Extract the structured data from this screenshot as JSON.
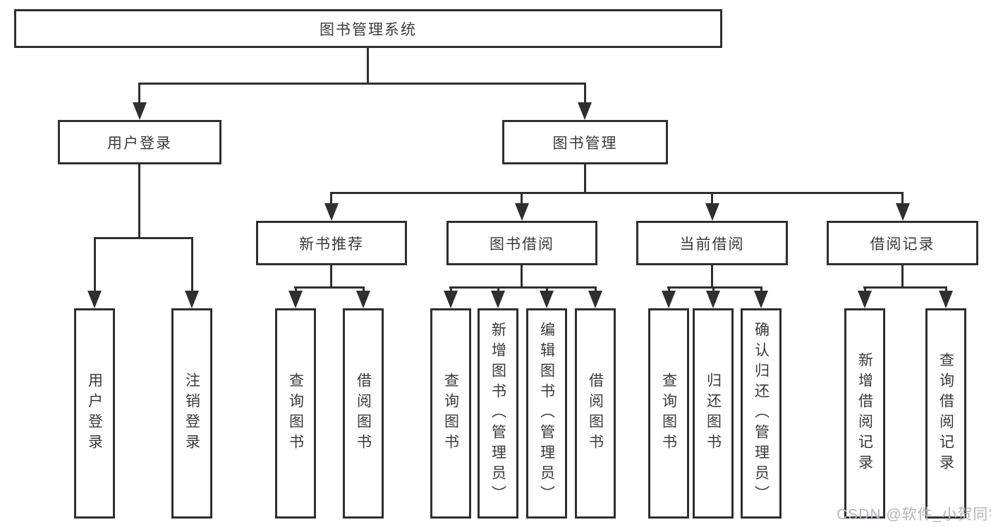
{
  "nodes": {
    "root": {
      "label": "图书管理系统"
    },
    "user_login": {
      "label": "用户登录"
    },
    "book_mgmt": {
      "label": "图书管理"
    },
    "new_book": {
      "label": "新书推荐"
    },
    "book_borrow": {
      "label": "图书借阅"
    },
    "current_borrow": {
      "label": "当前借阅"
    },
    "borrow_record": {
      "label": "借阅记录"
    },
    "ul_login": {
      "label": "用户登录"
    },
    "ul_logout": {
      "label": "注销登录"
    },
    "nb_query": {
      "label": "查询图书"
    },
    "nb_borrow": {
      "label": "借阅图书"
    },
    "bb_query": {
      "label": "查询图书"
    },
    "bb_add": {
      "label": "新增图书（管理员）"
    },
    "bb_edit": {
      "label": "编辑图书（管理员）"
    },
    "bb_borrow": {
      "label": "借阅图书"
    },
    "cb_query": {
      "label": "查询图书"
    },
    "cb_return": {
      "label": "归还图书"
    },
    "cb_confirm": {
      "label": "确认归还（管理员）"
    },
    "br_add": {
      "label": "新增借阅记录"
    },
    "br_query": {
      "label": "查询借阅记录"
    }
  },
  "hierarchy": {
    "图书管理系统": {
      "用户登录": [
        "用户登录",
        "注销登录"
      ],
      "图书管理": {
        "新书推荐": [
          "查询图书",
          "借阅图书"
        ],
        "图书借阅": [
          "查询图书",
          "新增图书（管理员）",
          "编辑图书（管理员）",
          "借阅图书"
        ],
        "当前借阅": [
          "查询图书",
          "归还图书",
          "确认归还（管理员）"
        ],
        "借阅记录": [
          "新增借阅记录",
          "查询借阅记录"
        ]
      }
    }
  },
  "watermark": {
    "text": "CSDN @软件_小贺同学"
  },
  "colors": {
    "line": "#2f2f2f",
    "box_border": "#2f2f2f",
    "text": "#3a3a3a",
    "watermark": "#b2b5ba",
    "background": "#ffffff"
  }
}
